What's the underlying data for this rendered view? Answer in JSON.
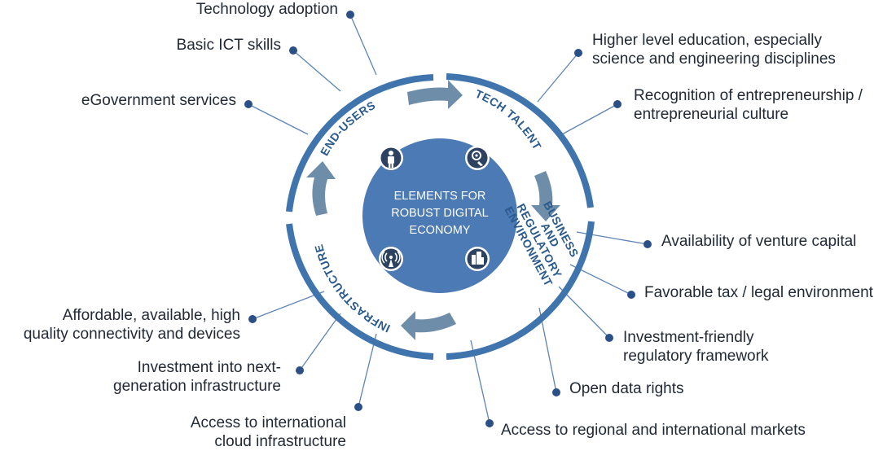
{
  "center": {
    "lines": [
      "ELEMENTS FOR",
      "ROBUST DIGITAL",
      "ECONOMY"
    ]
  },
  "segments": {
    "end_users": "END-USERS",
    "tech_talent": "TECH TALENT",
    "business": [
      "BUSINESS",
      "AND",
      "REGULATORY",
      "ENVIRONMENT"
    ],
    "infrastructure": "INFRASTRUCTURE"
  },
  "icons": [
    "person-icon",
    "tech-talent-icon",
    "antenna-icon",
    "buildings-icon"
  ],
  "labels": {
    "technology_adoption": [
      "Technology adoption"
    ],
    "basic_ict": [
      "Basic ICT skills"
    ],
    "egov": [
      "eGovernment services"
    ],
    "higher_ed": [
      "Higher level education, especially",
      "science and engineering disciplines"
    ],
    "entrepreneurship": [
      "Recognition of entrepreneurship /",
      "entrepreneurial culture"
    ],
    "venture": [
      "Availability of venture capital"
    ],
    "tax": [
      "Favorable tax / legal environment"
    ],
    "investment_friendly": [
      "Investment-friendly",
      "regulatory framework"
    ],
    "open_data": [
      "Open data rights"
    ],
    "markets": [
      "Access to regional and international markets"
    ],
    "affordable": [
      "Affordable, available, high",
      "quality connectivity and devices"
    ],
    "next_gen": [
      "Investment into next-",
      "generation infrastructure"
    ],
    "cloud": [
      "Access to international",
      "cloud infrastructure"
    ]
  },
  "colors": {
    "ring": "#3f74ad",
    "ring_light": "#dde6f0",
    "center": "#4b7ab4",
    "arrow": "#6e8da9",
    "line": "#5d84b3",
    "dot": "#2b4f87",
    "text": "#222a36"
  }
}
